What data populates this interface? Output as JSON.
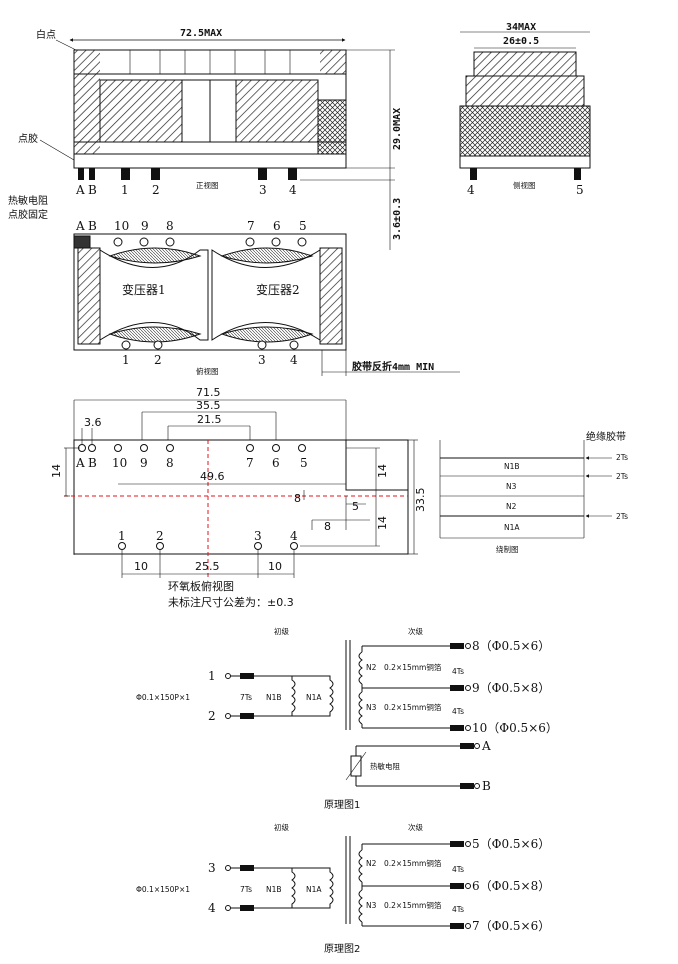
{
  "front_view": {
    "white_dot_label": "白点",
    "glue_label": "点胶",
    "width_dim": "72.5MAX",
    "height_dim": "29.0MAX",
    "pin_dim": "3.6±0.3",
    "view_name": "正视图",
    "pins": [
      "A",
      "B",
      "1",
      "2",
      "3",
      "4"
    ]
  },
  "side_view": {
    "outer_dim": "34MAX",
    "inner_dim": "26±0.5",
    "view_name": "侧视图",
    "pins": [
      "4",
      "5"
    ]
  },
  "top_view": {
    "thermistor_label": "热敏电阻",
    "thermistor_label2": "点胶固定",
    "top_pins": [
      "A",
      "B",
      "10",
      "9",
      "8",
      "7",
      "6",
      "5"
    ],
    "bottom_pins": [
      "1",
      "2",
      "3",
      "4"
    ],
    "transformer1": "变压器1",
    "transformer2": "变压器2",
    "tape_note": "胶带反折4mm MIN",
    "view_name": "俯视图"
  },
  "pcb_view": {
    "dims": {
      "d71_5": "71.5",
      "d35_5": "35.5",
      "d21_5": "21.5",
      "d3_6": "3.6",
      "d14a": "14",
      "d14b": "14",
      "d14c": "14",
      "d49_6": "49.6",
      "d33_5": "33.5",
      "d8a": "8",
      "d8b": "8",
      "d5": "5",
      "d10a": "10",
      "d25_5": "25.5",
      "d10b": "10"
    },
    "top_pins": [
      "A",
      "B",
      "10",
      "9",
      "8",
      "7",
      "6",
      "5"
    ],
    "bottom_pins": [
      "1",
      "2",
      "3",
      "4"
    ],
    "title": "环氧板俯视图",
    "tolerance_note": "未标注尺寸公差为：±0.3"
  },
  "winding_view": {
    "tape_label": "绝缘胶带",
    "layers": [
      "N1B",
      "N3",
      "N2",
      "N1A"
    ],
    "turns": [
      "2Ts",
      "2Ts",
      "2Ts"
    ],
    "title": "绕制图"
  },
  "schematic1": {
    "primary": "初级",
    "secondary": "次级",
    "pin_in1": "1",
    "pin_in2": "2",
    "wire_spec": "Φ0.1×150P×1",
    "turns_primary": "7Ts",
    "n1b": "N1B",
    "n1a": "N1A",
    "n2": "N2",
    "n3": "N3",
    "foil": "0.2×15mm铜箔",
    "foil2": "0.2×15mm铜箔",
    "turns_n2": "4Ts",
    "turns_n3": "4Ts",
    "out_a": "8（Φ0.5×6）",
    "out_b": "9（Φ0.5×8）",
    "out_c": "10（Φ0.5×6）",
    "pin_a": "A",
    "pin_b": "B",
    "thermistor": "热敏电阻",
    "title": "原理图1"
  },
  "schematic2": {
    "primary": "初级",
    "secondary": "次级",
    "pin_in1": "3",
    "pin_in2": "4",
    "wire_spec": "Φ0.1×150P×1",
    "turns_primary": "7Ts",
    "n1b": "N1B",
    "n1a": "N1A",
    "n2": "N2",
    "n3": "N3",
    "foil": "0.2×15mm铜箔",
    "foil2": "0.2×15mm铜箔",
    "turns_n2": "4Ts",
    "turns_n3": "4Ts",
    "out_a": "5（Φ0.5×6）",
    "out_b": "6（Φ0.5×8）",
    "out_c": "7（Φ0.5×6）",
    "title": "原理图2"
  }
}
